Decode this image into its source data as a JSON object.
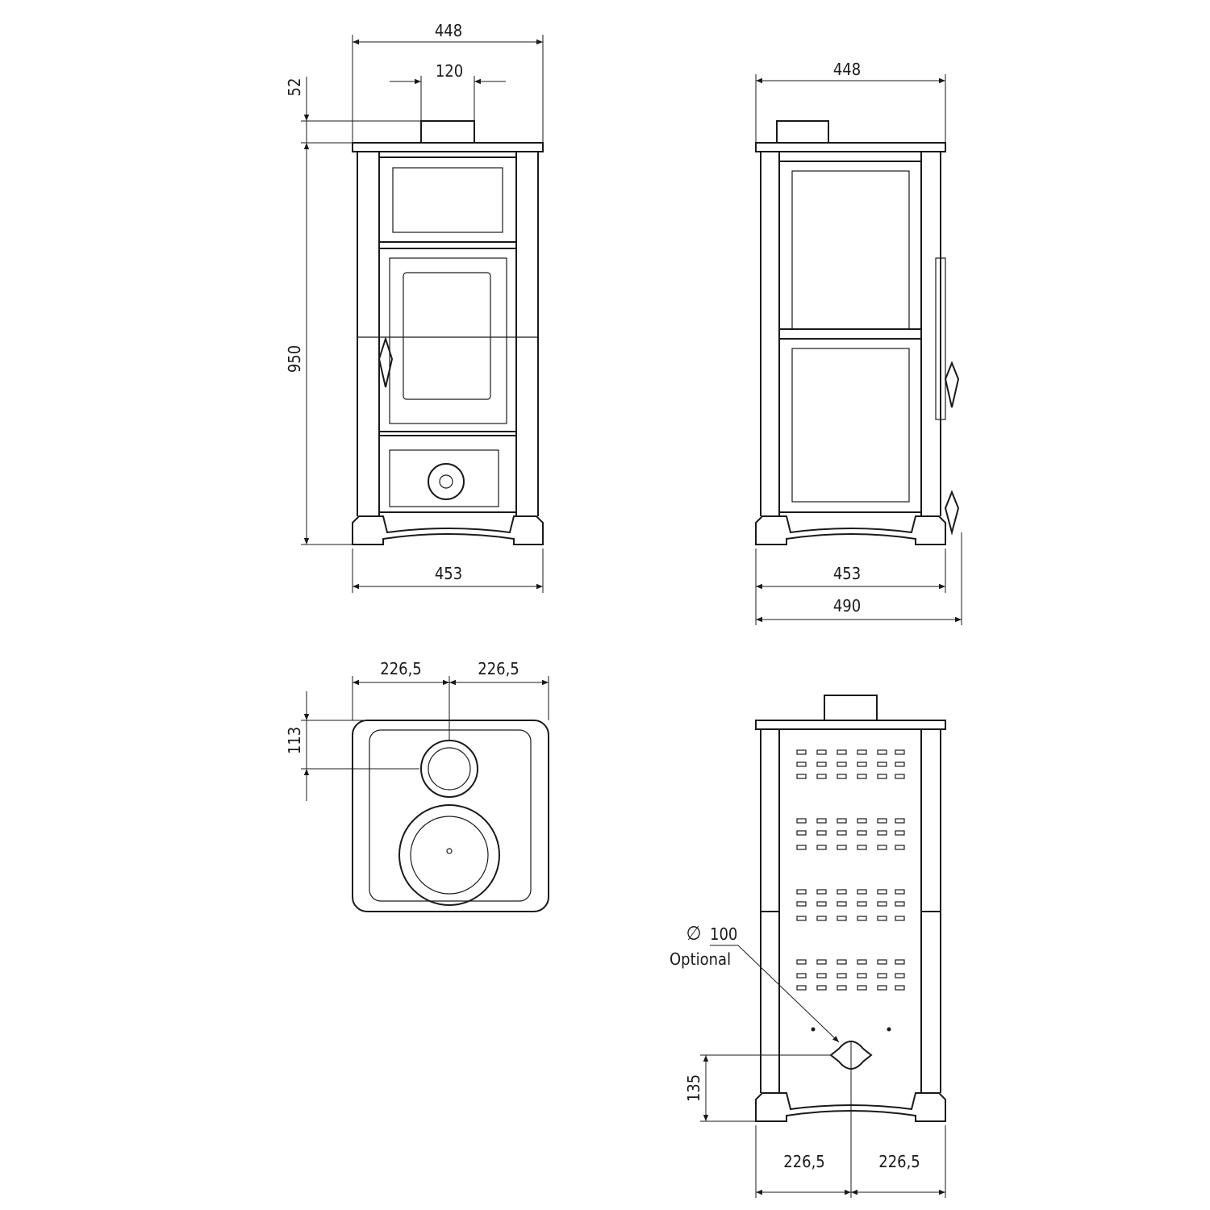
{
  "front_view": {
    "width_top": "448",
    "flue_diameter": "120",
    "flue_height": "52",
    "height": "950",
    "width_bottom": "453"
  },
  "side_view": {
    "width_top": "448",
    "width_body": "453",
    "depth_total": "490"
  },
  "top_view": {
    "half_left": "226,5",
    "half_right": "226,5",
    "flue_offset": "113"
  },
  "back_view": {
    "optional_symbol": "∅",
    "optional_diameter": "100",
    "optional_label": "Optional",
    "outlet_height": "135",
    "half_left": "226,5",
    "half_right": "226,5"
  }
}
